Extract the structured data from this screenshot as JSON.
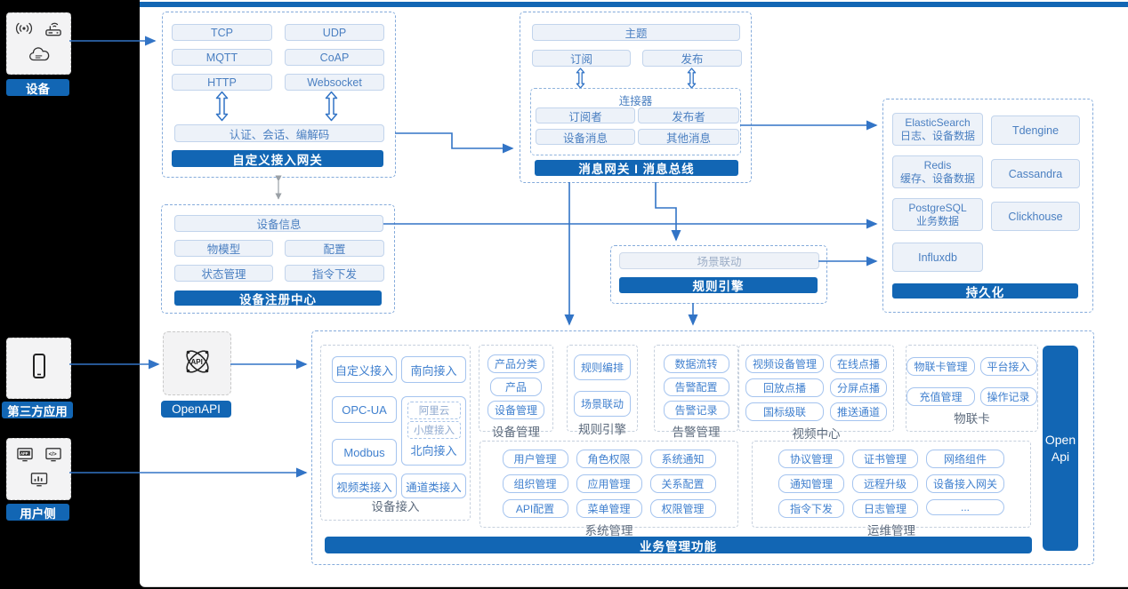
{
  "colors": {
    "accent_blue": "#1266b4",
    "arrow_blue": "#3274c6",
    "item_text_blue": "#4a7fc1",
    "chip_text_blue": "#4080cf",
    "section_label_gray": "#5d6b7d",
    "page_background": "#ffffff",
    "outer_background": "#000000"
  },
  "icons": {
    "device_box": [
      "broadcast-signal-icon",
      "router-icon",
      "cloud-icon"
    ],
    "third_party_box": [
      "smartphone-icon"
    ],
    "user_side_box": [
      "app-window-icon",
      "code-window-icon",
      "dashboard-icon"
    ],
    "openapi_box": [
      "api-network-icon"
    ]
  },
  "left_rail": {
    "device": {
      "label": "设备"
    },
    "third_party": {
      "label": "第三方应用"
    },
    "user_side": {
      "label": "用户侧"
    }
  },
  "custom_gateway": {
    "protocols": [
      "TCP",
      "UDP",
      "MQTT",
      "CoAP",
      "HTTP",
      "Websocket"
    ],
    "auth": "认证、会话、编解码",
    "title": "自定义接入网关"
  },
  "registry": {
    "device_info": "设备信息",
    "items": [
      "物模型",
      "配置",
      "状态管理",
      "指令下发"
    ],
    "title": "设备注册中心"
  },
  "message_gateway": {
    "topic": "主题",
    "subscribe": "订阅",
    "publish": "发布",
    "connector": {
      "label": "连接器",
      "items": [
        "订阅者",
        "发布者",
        "设备消息",
        "其他消息"
      ]
    },
    "title": "消息网关 I 消息总线"
  },
  "persistence": {
    "stores": [
      {
        "name": "ElasticSearch",
        "desc": "日志、设备数据"
      },
      {
        "name": "Tdengine",
        "desc": ""
      },
      {
        "name": "Redis",
        "desc": "缓存、设备数据"
      },
      {
        "name": "Cassandra",
        "desc": ""
      },
      {
        "name": "PostgreSQL",
        "desc": "业务数据"
      },
      {
        "name": "Clickhouse",
        "desc": ""
      },
      {
        "name": "Influxdb",
        "desc": ""
      }
    ],
    "title": "持久化"
  },
  "rule_engine": {
    "scene": "场景联动",
    "title": "规则引擎"
  },
  "openapi": {
    "label": "OpenAPI"
  },
  "business": {
    "device_access": {
      "label": "设备接入",
      "items": [
        "自定义接入",
        "南向接入",
        "OPC-UA",
        "Modbus",
        "视频类接入",
        "通道类接入"
      ],
      "north": {
        "items": [
          "阿里云",
          "小度接入"
        ],
        "label": "北向接入"
      }
    },
    "device_mgmt": {
      "label": "设备管理",
      "items": [
        "产品分类",
        "产品",
        "设备管理"
      ]
    },
    "rule": {
      "label": "规则引擎",
      "items": [
        "规则编排",
        "场景联动"
      ]
    },
    "alarm": {
      "label": "告警管理",
      "items": [
        "数据流转",
        "告警配置",
        "告警记录"
      ]
    },
    "video": {
      "label": "视频中心",
      "items": [
        "视频设备管理",
        "在线点播",
        "回放点播",
        "分屏点播",
        "国标级联",
        "推送通道"
      ]
    },
    "iot_card": {
      "label": "物联卡",
      "items": [
        "物联卡管理",
        "平台接入",
        "充值管理",
        "操作记录"
      ]
    },
    "system": {
      "label": "系统管理",
      "items": [
        "用户管理",
        "角色权限",
        "系统通知",
        "组织管理",
        "应用管理",
        "关系配置",
        "API配置",
        "菜单管理",
        "权限管理"
      ]
    },
    "ops": {
      "label": "运维管理",
      "items": [
        "协议管理",
        "证书管理",
        "网络组件",
        "通知管理",
        "远程升级",
        "设备接入网关",
        "指令下发",
        "日志管理",
        "..."
      ]
    },
    "title": "业务管理功能",
    "open_api": "Open Api"
  }
}
